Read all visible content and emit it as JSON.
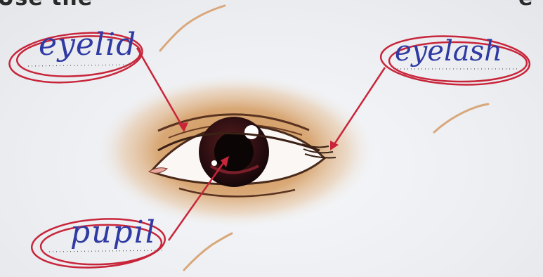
{
  "header": {
    "partial_text_left": "Use the",
    "partial_text_right": "e"
  },
  "labels": {
    "eyelid": "eyelid",
    "eyelash": "eyelash",
    "pupil": "pupil"
  },
  "colors": {
    "ink_blue": "#2f3aa3",
    "marker_red": "#c8253a",
    "tick_orange": "#d9a77a"
  }
}
